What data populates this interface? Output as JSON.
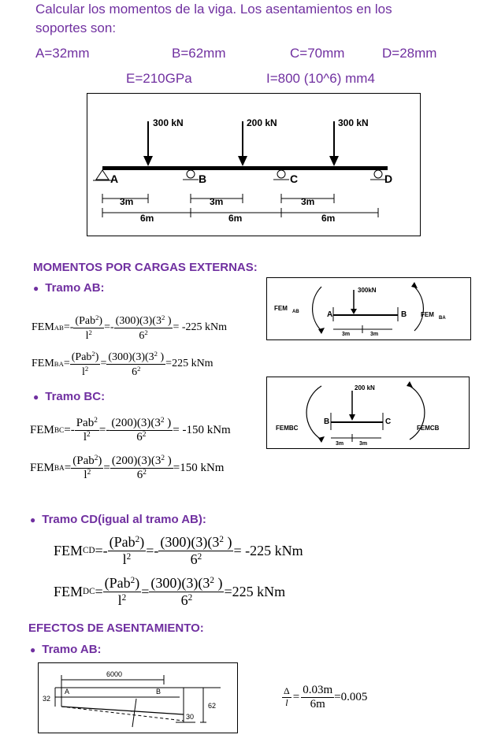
{
  "intro": {
    "line1": "Calcular los momentos de la viga. Los asentamientos en los",
    "line2": "soportes son:",
    "A": "A=32mm",
    "B": "B=62mm",
    "C": "C=70mm",
    "D": "D=28mm",
    "E": "E=210GPa",
    "I": "I=800 (10^6) mm4"
  },
  "beam_figure": {
    "loads": [
      "300 kN",
      "200 kN",
      "300 kN"
    ],
    "supports": [
      "A",
      "B",
      "C",
      "D"
    ],
    "dims_small": [
      "3m",
      "3m",
      "3m"
    ],
    "dims_span": [
      "6m",
      "6m",
      "6m"
    ]
  },
  "section_ext": {
    "title": "MOMENTOS POR CARGAS EXTERNAS:",
    "tramo_ab": "Tramo AB:",
    "tramo_bc": "Tramo BC:",
    "tramo_cd": "Tramo CD(igual al tramo AB):"
  },
  "formulas": {
    "fem": "FEM",
    "ab_sub": "AB",
    "ba_sub": "BA",
    "bc_sub": "BC",
    "cd_sub": "CD",
    "dc_sub": "DC",
    "pab_paren": "(Pab",
    "pab": "Pab",
    "close": ")",
    "two": "2",
    "l": "l",
    "six": "6",
    "num_300": "(300)(3)(3",
    "num_200": "(200)(3)(3",
    "close_space": " )",
    "neg_eq": "=-",
    "eq": "=",
    "res_ab": " = -225 kNm",
    "res_ba": "=225 kNm",
    "res_bc": " = -150 kNm",
    "res_ba2": "=150 kNm",
    "res_cd": "  = -225 kNm",
    "res_dc": "=225 kNm"
  },
  "mini_ab": {
    "load": "300kN",
    "left": "FEM",
    "left_sub": "AB",
    "right": "FEM",
    "right_sub": "BA",
    "a": "A",
    "b": "B",
    "d1": "3m",
    "d2": "3m"
  },
  "mini_bc": {
    "load": "200 kN",
    "left": "FEMBC",
    "right": "FEMCB",
    "b": "B",
    "c": "C",
    "d1": "3m",
    "d2": "3m"
  },
  "section_settle": {
    "title": "EFECTOS DE ASENTAMIENTO:",
    "tramo_ab": "Tramo AB:"
  },
  "settle_fig": {
    "span": "6000",
    "a": "A",
    "b": "B",
    "h_left": "32",
    "h_right": "62",
    "diff": "30"
  },
  "ratio": {
    "delta": "Δ",
    "l": "l",
    "num": "0.03m",
    "den": "6m",
    "result": "=0.005"
  }
}
